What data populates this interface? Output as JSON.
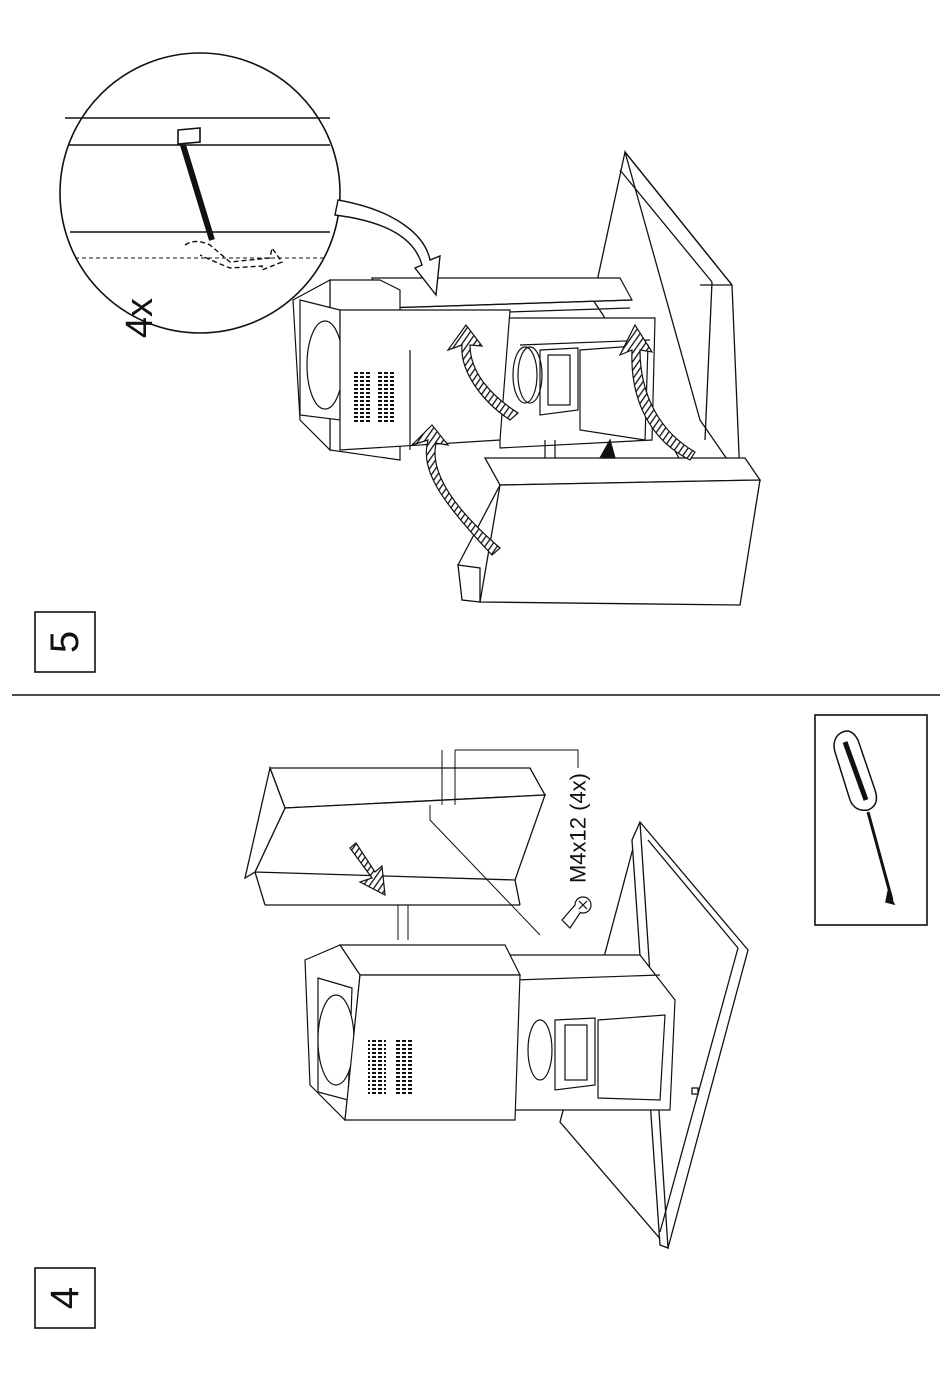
{
  "steps": {
    "top": {
      "number": "5",
      "magnifier_count": "4x"
    },
    "bottom": {
      "number": "4",
      "screw_spec": "M4x12 (4x)"
    }
  },
  "tool": {
    "icon": "screwdriver-icon"
  },
  "colors": {
    "ink": "#111111",
    "paper": "#ffffff"
  }
}
